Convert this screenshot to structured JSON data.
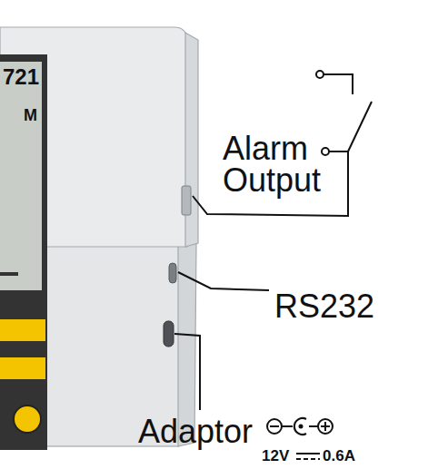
{
  "diagram": {
    "labels": [
      "721",
      "M",
      "Alarm Output",
      "RS232",
      "Adaptor",
      "12V",
      "0.6A"
    ]
  }
}
